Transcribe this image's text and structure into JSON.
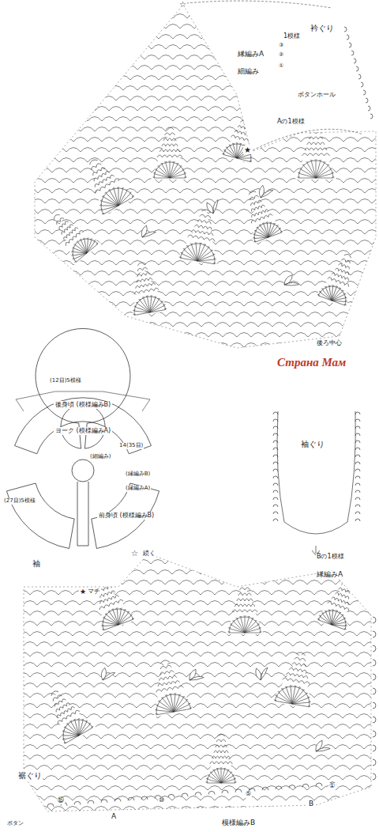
{
  "diagram": {
    "nodes": [
      {
        "text": [
          "後身頃 (模様編みB)"
        ]
      },
      {
        "text": [
          "ヨーク (模様編みA)"
        ]
      },
      {
        "text": [
          "前身頃 (模様編みB)"
        ]
      }
    ],
    "labels": [
      "☆",
      "衿ぐり",
      "1模様",
      "③",
      "縁編みA",
      "②",
      "①",
      "細編み",
      "ボタンホール",
      "★",
      "Aの1模様",
      "後ろ中心",
      "Страна Мам",
      "(12目)5模様",
      "(27目)5模様",
      "14(35目)",
      "(細編み)",
      "(縁編みB)",
      "(縁編みA)",
      "袖ぐり",
      "袖",
      "☆",
      "続く",
      "Bの1模様",
      "縁編みA",
      "★",
      "マチ",
      "裾ぐり",
      "⑮",
      "⑩",
      "⑤",
      "①",
      "A",
      "B",
      "ボタン",
      "模様編みB"
    ]
  }
}
